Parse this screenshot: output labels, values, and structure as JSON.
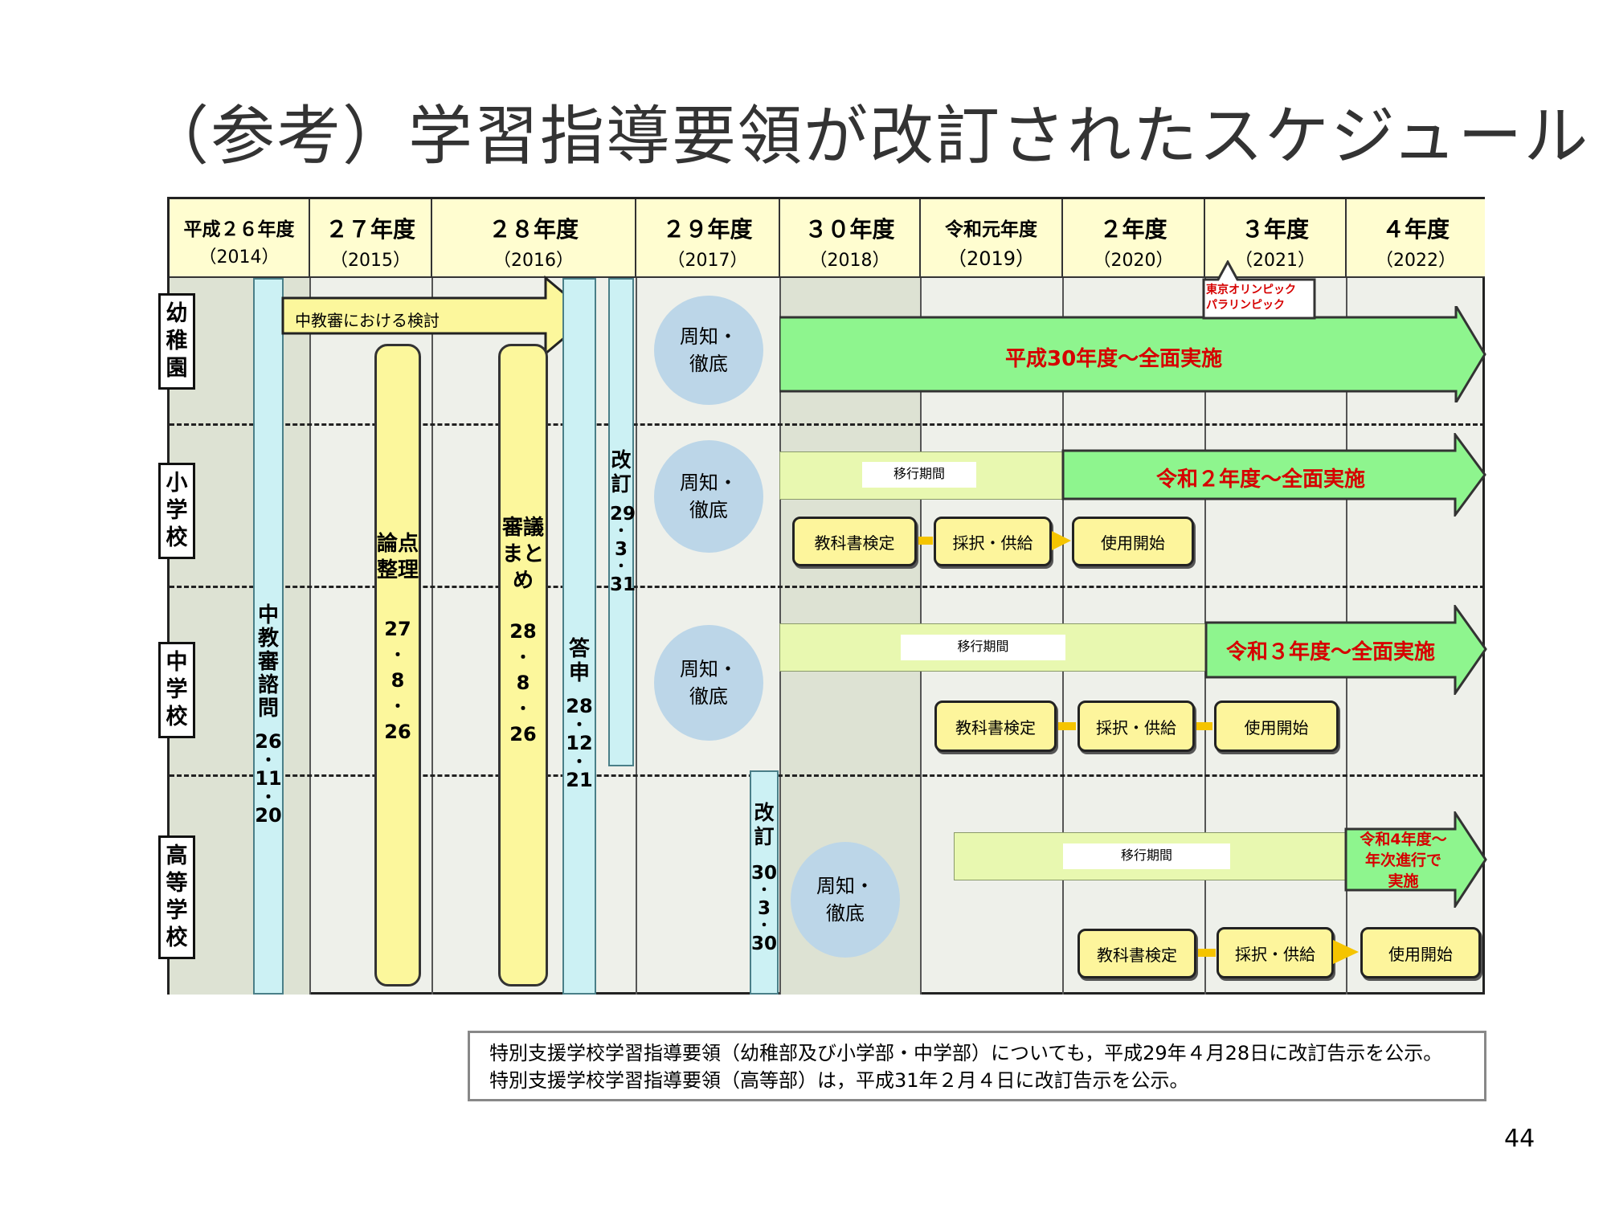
{
  "title": "（参考）学習指導要領が改訂されたスケジュール",
  "years": [
    {
      "label": "平成２６年度",
      "sub": "（2014）"
    },
    {
      "label": "２７年度",
      "sub": "（2015）"
    },
    {
      "label": "２８年度",
      "sub": "（2016）"
    },
    {
      "label": "２９年度",
      "sub": "（2017）"
    },
    {
      "label": "３０年度",
      "sub": "（2018）"
    },
    {
      "label": "令和元年度",
      "sub": "（2019）"
    },
    {
      "label": "２年度",
      "sub": "（2020）"
    },
    {
      "label": "３年度",
      "sub": "（2021）"
    },
    {
      "label": "４年度",
      "sub": "（2022）"
    }
  ],
  "schools": [
    "幼稚園",
    "小学校",
    "中学校",
    "高等学校"
  ],
  "callout": {
    "line1": "東京オリンピック",
    "line2": "パラリンピック"
  },
  "consultation": {
    "text": "中教審における検討"
  },
  "inquiry": {
    "label": "中教審諮問",
    "date": [
      "26",
      "11",
      "20"
    ]
  },
  "point_arrangement": {
    "label": "論点整理",
    "date": [
      "27",
      "8",
      "26"
    ]
  },
  "deliberation": {
    "label": "審議まとめ",
    "date": [
      "28",
      "8",
      "26"
    ]
  },
  "report": {
    "label": "答申",
    "date": [
      "28",
      "12",
      "21"
    ]
  },
  "revision1": {
    "label": "改訂",
    "date": [
      "29",
      "3",
      "31"
    ]
  },
  "revision2": {
    "label": "改訂",
    "date": [
      "30",
      "3",
      "30"
    ]
  },
  "dissemination": "周知・徹底",
  "transition": "移行期間",
  "implementation": {
    "kindergarten": "平成30年度～全面実施",
    "elementary": "令和２年度～全面実施",
    "junior_high": "令和３年度～全面実施",
    "high_line1": "令和4年度～",
    "high_line2": "年次進行で",
    "high_line3": "実施"
  },
  "steps": {
    "screening": "教科書検定",
    "adoption": "採択・供給",
    "start": "使用開始"
  },
  "note": {
    "line1": "特別支援学校学習指導要領（幼稚部及び小学部・中学部）についても，平成29年４月28日に改訂告示を公示。",
    "line2": "特別支援学校学習指導要領（高等部）は，平成31年２月４日に改訂告示を公示。"
  },
  "page_number": "44",
  "colors": {
    "header": "#fffdd0",
    "green": "#8ef58e",
    "yellow": "#fcf79c",
    "cyan": "#ccf1f4",
    "circle": "#bcd6e8",
    "red": "#d60000"
  }
}
